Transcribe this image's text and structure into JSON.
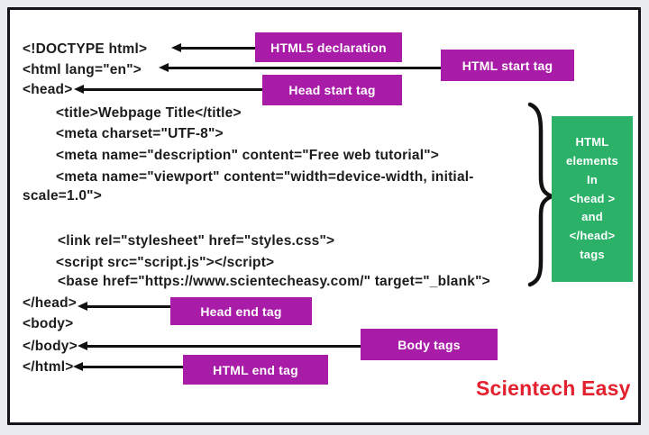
{
  "code": {
    "lines": [
      "<!DOCTYPE html>",
      "<html lang=\"en\">",
      "<head>",
      "<title>Webpage Title</title>",
      "<meta charset=\"UTF-8\">",
      "<meta name=\"description\" content=\"Free web tutorial\">",
      "<meta name=\"viewport\" content=\"width=device-width, initial-",
      "scale=1.0\">",
      "<link rel=\"stylesheet\" href=\"styles.css\">",
      "<script src=\"script.js\"></script>",
      "<base href=\"https://www.scientecheasy.com/\" target=\"_blank\">",
      "</head>",
      "<body>",
      "</body>",
      "</html>"
    ]
  },
  "callouts": {
    "html5_declaration": "HTML5 declaration",
    "html_start_tag": "HTML start tag",
    "head_start_tag": "Head start tag",
    "head_end_tag": "Head end tag",
    "body_tags": "Body tags",
    "html_end_tag": "HTML end tag"
  },
  "note": {
    "text": "HTML\nelements\nIn\n<head >\nand\n</head>\ntags"
  },
  "watermark": {
    "text": "Scientech Easy"
  },
  "colors": {
    "label_bg": "#A81CA8",
    "note_bg": "#2BB268",
    "watermark": "#E3202E",
    "code_text": "#1c1c1c"
  }
}
